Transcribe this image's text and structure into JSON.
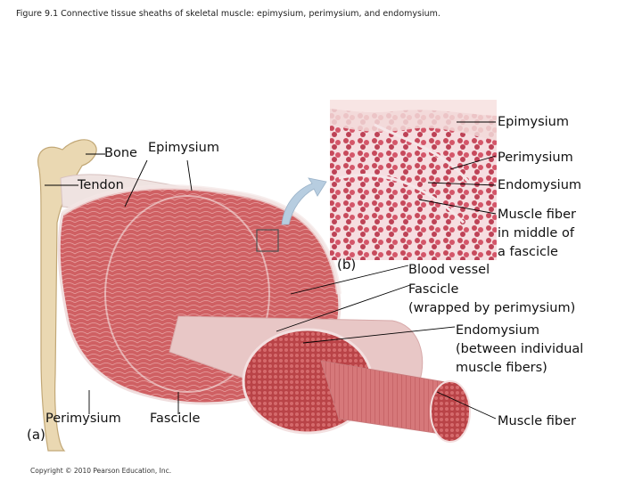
{
  "caption": "Figure 9.1 Connective tissue sheaths of skeletal muscle: epimysium, perimysium, and endomysium.",
  "copyright": "Copyright © 2010 Pearson Education, Inc.",
  "panels": {
    "a": "(a)",
    "b": "(b)"
  },
  "labels": {
    "bone": "Bone",
    "epimysium_a": "Epimysium",
    "tendon": "Tendon",
    "perimysium_a": "Perimysium",
    "fascicle_a": "Fascicle",
    "epimysium_b": "Epimysium",
    "perimysium_b": "Perimysium",
    "endomysium_b": "Endomysium",
    "muscle_fiber_middle": [
      "Muscle fiber",
      "in middle of",
      "a fascicle"
    ],
    "blood_vessel": "Blood vessel",
    "fascicle_wrapped": [
      "Fascicle",
      "(wrapped by perimysium)"
    ],
    "endomysium_between": [
      "Endomysium",
      "(between individual",
      "muscle fibers)"
    ],
    "muscle_fiber": "Muscle fiber"
  },
  "colors": {
    "muscle": "#c9585a",
    "muscle_dark": "#a8383d",
    "sheath": "#f1e3e0",
    "bone": "#e9d7b0",
    "micro_bg": "#f3d5d8"
  }
}
